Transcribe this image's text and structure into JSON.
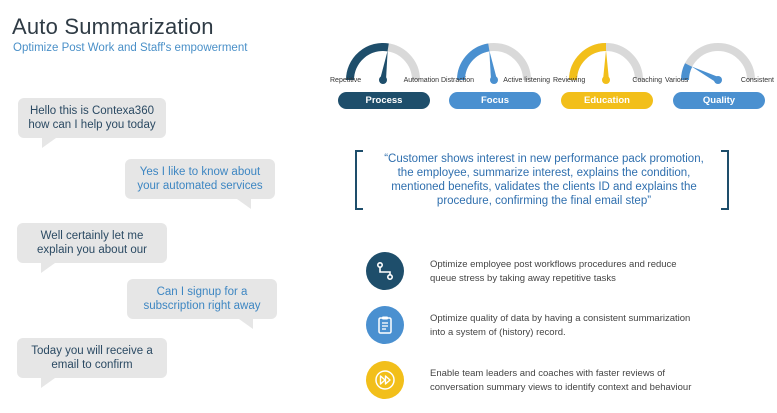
{
  "header": {
    "title": "Auto Summarization",
    "subtitle": "Optimize Post Work and Staff's empowerment"
  },
  "chat": [
    {
      "side": "left",
      "lines": [
        "Hello this is Contexa360",
        "how can I help you today"
      ]
    },
    {
      "side": "right",
      "lines": [
        "Yes I like to know about",
        "your automated services"
      ]
    },
    {
      "side": "left",
      "lines": [
        "Well certainly let me",
        "explain you about our"
      ]
    },
    {
      "side": "right",
      "lines": [
        "Can I signup for a",
        "subscription right away"
      ]
    },
    {
      "side": "left",
      "lines": [
        "Today you will receive a",
        "email to confirm"
      ]
    }
  ],
  "gauges": [
    {
      "label": "Process",
      "left": "Repetitive",
      "right": "Automation",
      "level": 0.55,
      "color": "#1e4e6b"
    },
    {
      "label": "Focus",
      "left": "Distraction",
      "right": "Active listening",
      "level": 0.45,
      "color": "#4a90d0"
    },
    {
      "label": "Education",
      "left": "Reviewing",
      "right": "Coaching",
      "level": 0.5,
      "color": "#f2bf1a"
    },
    {
      "label": "Quality",
      "left": "Various",
      "right": "Consistent",
      "level": 0.15,
      "color": "#4a90d0"
    }
  ],
  "quote": {
    "lines": [
      "“Customer shows interest in new performance pack promotion,",
      "the employee, summarize interest, explains the condition,",
      "mentioned benefits, validates the clients ID and explains the",
      "procedure, confirming the final email step”"
    ]
  },
  "features": [
    {
      "icon": "workflow-icon",
      "color": "#1e4e6b",
      "lines": [
        "Optimize employee post workflows procedures and reduce",
        "queue stress by taking away repetitive tasks"
      ]
    },
    {
      "icon": "clipboard-icon",
      "color": "#4a90d0",
      "lines": [
        "Optimize quality of data by having a consistent summarization",
        "into a system of (history) record."
      ]
    },
    {
      "icon": "fast-forward-icon",
      "color": "#f2bf1a",
      "lines": [
        "Enable team leaders and coaches with faster reviews of",
        "conversation summary views to identify context and behaviour"
      ]
    }
  ]
}
